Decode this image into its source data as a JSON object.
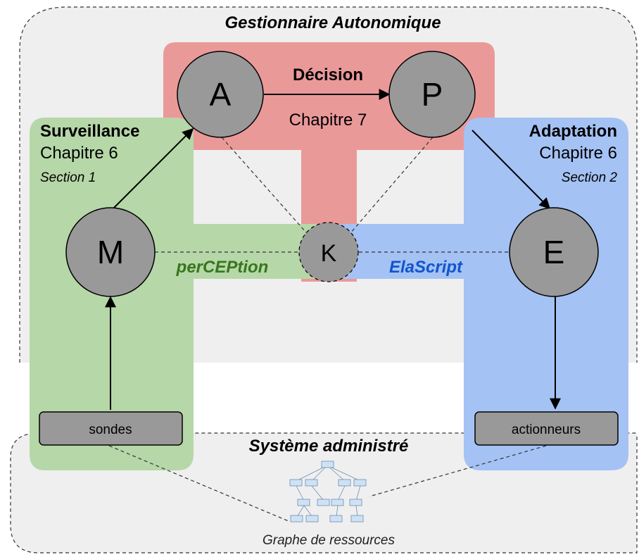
{
  "manager": {
    "title": "Gestionnaire Autonomique"
  },
  "managed": {
    "title": "Système administré",
    "graph_caption": "Graphe de ressources"
  },
  "decision": {
    "title": "Décision",
    "chapter": "Chapitre 7"
  },
  "monitoring": {
    "title": "Surveillance",
    "chapter": "Chapitre 6",
    "section": "Section 1",
    "tool": "perCEPtion"
  },
  "adaptation": {
    "title": "Adaptation",
    "chapter": "Chapitre 6",
    "section": "Section 2",
    "tool": "ElaScript"
  },
  "nodes": {
    "a": "A",
    "p": "P",
    "m": "M",
    "e": "E",
    "k": "K"
  },
  "boxes": {
    "sensors": "sondes",
    "actuators": "actionneurs"
  },
  "colors": {
    "decision_zone": "#ea9999",
    "monitoring_zone": "#b6d7a8",
    "adaptation_zone": "#a4c2f4",
    "manager_bg": "#efefef",
    "node_fill": "#999999",
    "box_fill": "#999999",
    "perception_text": "#38761d",
    "elascript_text": "#1155cc",
    "graph_node": "#cfe2f3"
  }
}
